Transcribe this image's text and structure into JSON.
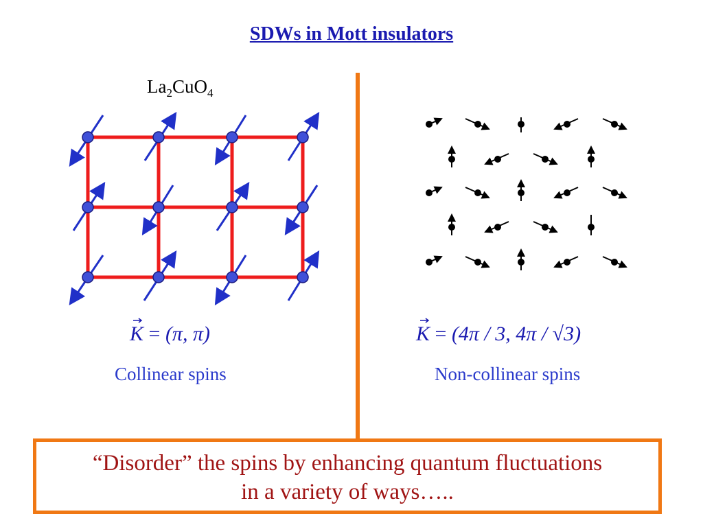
{
  "title": "SDWs in Mott insulators",
  "left_panel": {
    "compound": {
      "base": "La",
      "sub1": "2",
      "mid": "CuO",
      "sub2": "4"
    },
    "wavevector": {
      "lhs": "K",
      "eq": "=",
      "rhs": "(π, π)"
    },
    "caption": "Collinear spins"
  },
  "right_panel": {
    "wavevector": {
      "lhs": "K",
      "eq": "=",
      "rhs": "(4π / 3, 4π / √3)"
    },
    "caption": "Non-collinear spins"
  },
  "message_box": {
    "line1": "“Disorder” the spins by enhancing quantum fluctuations",
    "line2": "in a variety of ways….."
  },
  "colors": {
    "title": "#1a1ab0",
    "lattice_bonds": "#ee1c1c",
    "spin_sites": "#4050d8",
    "spin_arrows": "#2030c8",
    "divider": "#f07814",
    "box_text": "#a01414"
  }
}
